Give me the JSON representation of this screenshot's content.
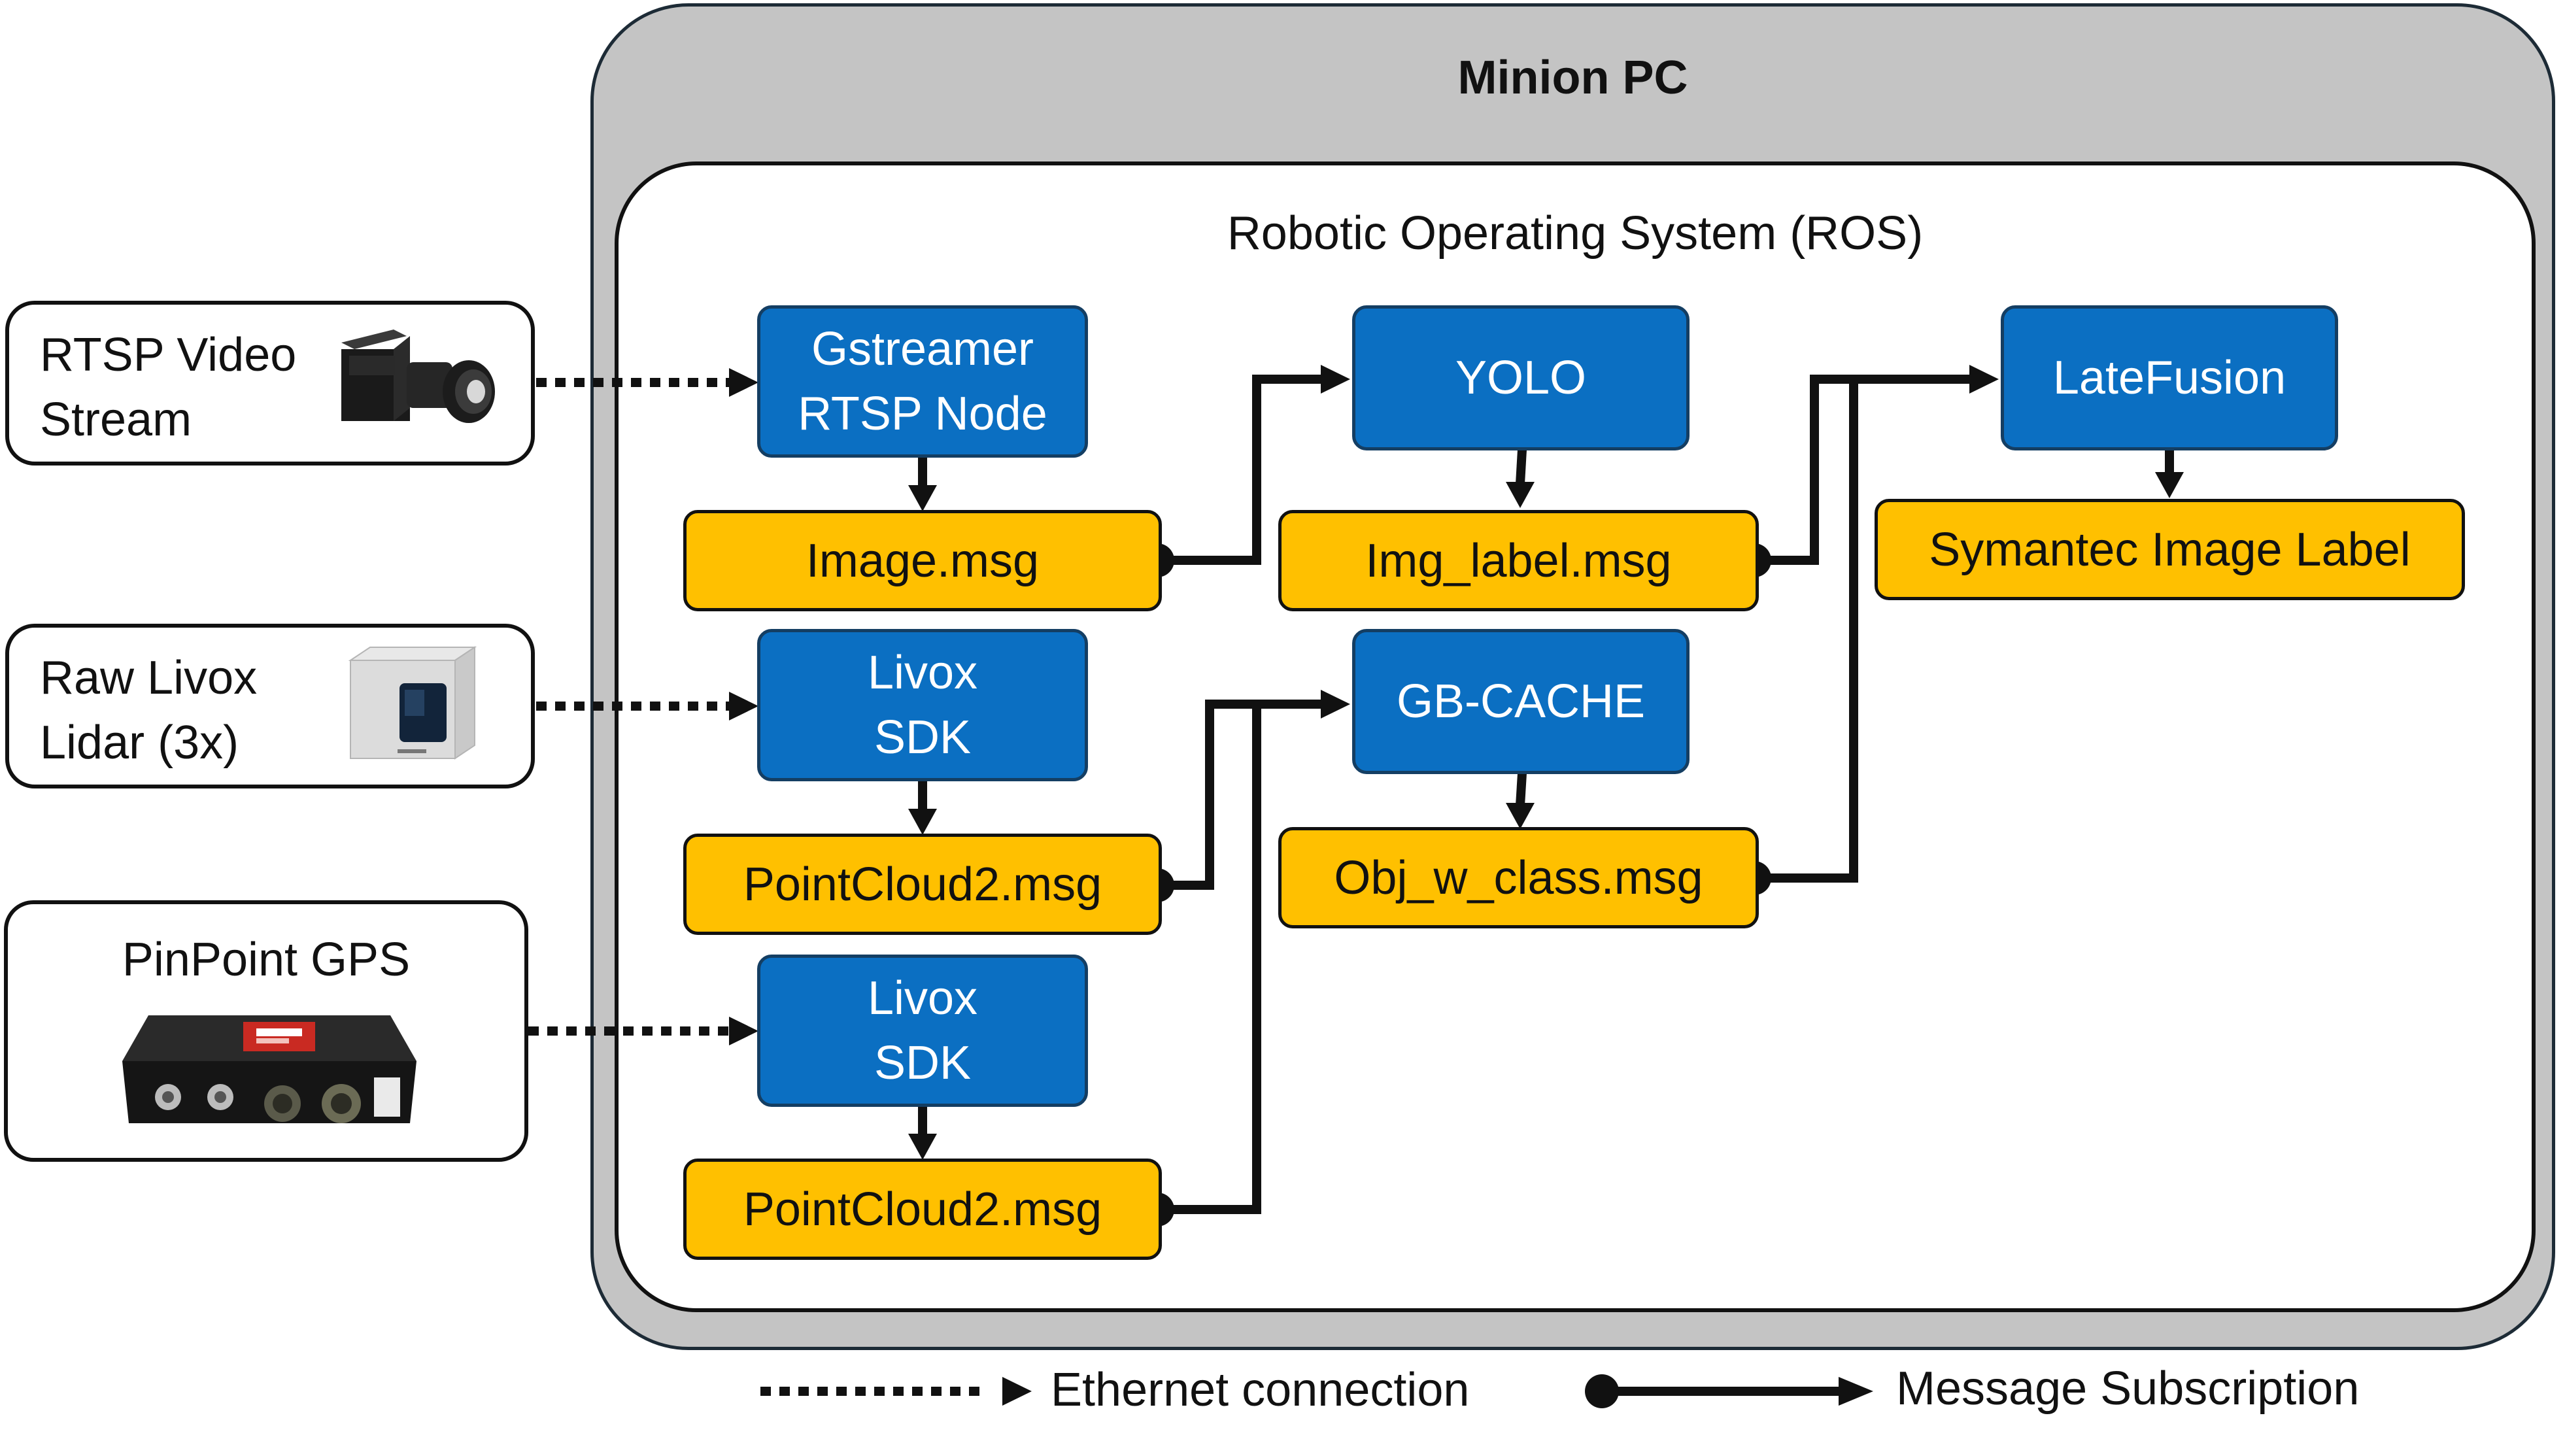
{
  "minion_pc": {
    "title": "Minion PC"
  },
  "ros": {
    "title": "Robotic Operating System (ROS)"
  },
  "devices": {
    "rtsp": {
      "label_line1": "RTSP Video",
      "label_line2": "Stream",
      "icon": "camera-icon"
    },
    "livox": {
      "label_line1": "Raw Livox",
      "label_line2": "Lidar (3x)",
      "icon": "lidar-icon"
    },
    "gps": {
      "label": "PinPoint GPS",
      "icon": "gps-receiver-icon"
    }
  },
  "nodes": {
    "gstreamer": {
      "line1": "Gstreamer",
      "line2": "RTSP Node"
    },
    "livox_sdk_1": {
      "line1": "Livox",
      "line2": "SDK"
    },
    "livox_sdk_2": {
      "line1": "Livox",
      "line2": "SDK"
    },
    "yolo": {
      "label": "YOLO"
    },
    "gb_cache": {
      "label": "GB-CACHE"
    },
    "late_fusion": {
      "label": "LateFusion"
    }
  },
  "messages": {
    "image": "Image.msg",
    "pointcloud_1": "PointCloud2.msg",
    "pointcloud_2": "PointCloud2.msg",
    "img_label": "Img_label.msg",
    "obj_w_class": "Obj_w_class.msg",
    "semantic_label": "Symantec Image Label"
  },
  "legend": {
    "ethernet": "Ethernet connection",
    "subscription": "Message Subscription"
  },
  "colors": {
    "node_fill": "#0b6fc2",
    "message_fill": "#ffc000",
    "outer_fill": "#c4c4c4"
  }
}
